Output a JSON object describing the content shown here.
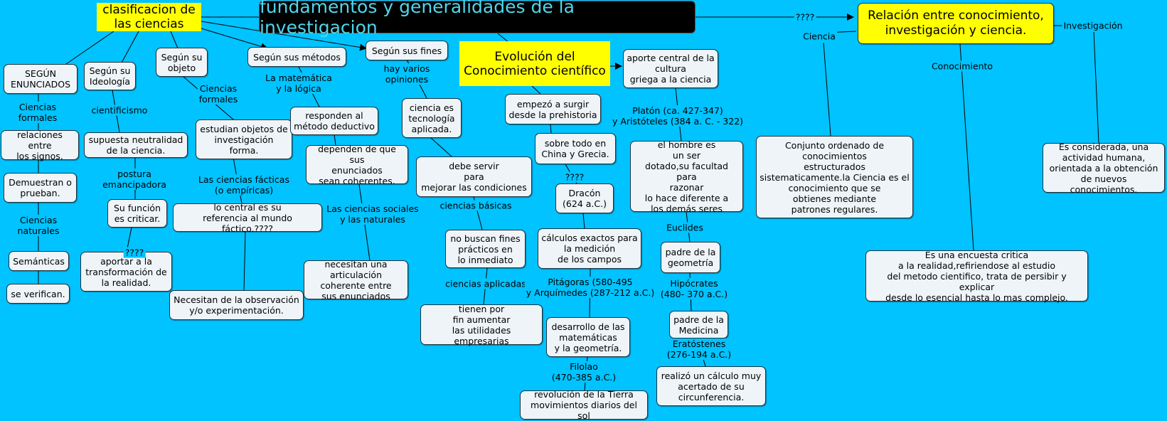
{
  "title": "fundamentos y generalidades de la investigacion",
  "colors": {
    "background": "#00c3ff",
    "highlight": "#ffff00",
    "title_bg": "#000000",
    "title_text": "#4fd6ea",
    "node_bg": "#eef4f8"
  },
  "nodes": {
    "clasificacion": "clasificacion de\nlas ciencias",
    "evolucion": "Evolución del\nConocimiento científico",
    "relacion": "Relación entre conocimiento,\ninvestigación y ciencia.",
    "segun_enunciados": "SEGÚN\nENUNCIADOS",
    "segun_ideologia": "Según su\nIdeología",
    "segun_objeto": "Según su\nobjeto",
    "segun_metodos": "Según sus métodos",
    "segun_fines": "Según sus fines",
    "relaciones_signos": "relaciones entre\nlos signos.",
    "demuestran": "Demuestran o\nprueban.",
    "semanticas": "Semánticas",
    "se_verifican": "se verifican.",
    "neutralidad": "supuesta neutralidad\nde la ciencia.",
    "funcion_criticar": "Su función\nes criticar.",
    "aportar": "aportar a la\ntransformación de\nla realidad.",
    "estudian_objetos": "estudian objetos de\ninvestigación\nforma.",
    "central_factico": "lo central es su\nreferencia al mundo fáctico.????",
    "observacion": "Necesitan de la observación\ny/o experimentación.",
    "metodo_deductivo": "responden al\nmétodo deductivo",
    "dependen": "dependen de que sus\nenunciados\nsean coherentes.",
    "articulacion": "necesitan una articulación\ncoherente entre\nsus enunciados",
    "tecnologia": "ciencia es\ntecnología\naplicada.",
    "mejorar": "debe servir\npara\nmejorar las condiciones",
    "no_buscan": "no buscan fines\nprácticos en\nlo inmediato",
    "utilidades": "tienen por\nfin aumentar\nlas utilidades empresarias",
    "prehistoria": "empezó a surgir\ndesde la prehistoria",
    "china_grecia": "sobre todo en\nChina y Grecia.",
    "dracon": "Dracón\n(624 a.C.)",
    "calculos": "cálculos exactos para\nla medición\nde los campos",
    "desarrollo": "desarrollo de las\nmatemáticas\ny la geometría.",
    "revolucion": "revolución de la Tierra\nmovimientos diarios del sol",
    "aporte_griega": "aporte central de la\ncultura\ngriega a la ciencia",
    "hombre": "el hombre es\nun ser\ndotado,su facultad para\nrazonar\nlo hace diferente a\nlos demás seres",
    "padre_geometria": "padre de la\ngeometría",
    "padre_medicina": "padre de la\nMedicina",
    "calculo_circunferencia": "realizó un cálculo muy\nacertado de su\ncircunferencia.",
    "conjunto_ordenado": "Conjunto ordenado de\nconocimientos\nestructurados\nsistematicamente.la Ciencia es el\nconocimiento que se\nobtienes mediante\npatrones regulares.",
    "encuesta_critica": "Es una encuesta critica\na la realidad,refiriendose al estudio\ndel metodo cientifico, trata de persibir y explicar\ndesde lo esencial hasta lo mas complejo.",
    "actividad_humana": "Es considerada, una\nactividad humana,\norientada a la obtención\nde nuevos conocimientos."
  },
  "labels": {
    "ciencias_formales_1": "Ciencias\nformales",
    "ciencias_naturales": "Ciencias\nnaturales",
    "cientificismo": "cientificismo",
    "postura": "postura\nemancipadora",
    "q_aportar": "????",
    "ciencias_formales_2": "Ciencias\nformales",
    "ciencias_facticas": "Las ciencias fácticas\n(o empíricas)",
    "matematica_logica": "La matemática\ny la lógica",
    "sociales_naturales": "Las ciencias sociales\ny las naturales",
    "varios_opiniones": "hay varios\nopiniones",
    "ciencias_basicas": "ciencias básicas",
    "ciencias_aplicadas": "ciencias aplicadas",
    "q_dracon": "????",
    "pitagoras": "Pitágoras (580-495\ny Arquímedes (287-212 a.C.)",
    "filolao": "Filolao\n(470-385 a.C.)",
    "platon": "Platón (ca. 427-347)\ny Aristóteles (384 a. C. - 322)",
    "euclides": "Euclides",
    "hipocrates": "Hipócrates\n(480- 370 a.C.)",
    "eratostenes": "Eratóstenes\n(276-194 a.C.)",
    "q_relacion": "????",
    "ciencia": "Ciencia",
    "conocimiento": "Conocimiento",
    "investigacion": "Investigación"
  }
}
